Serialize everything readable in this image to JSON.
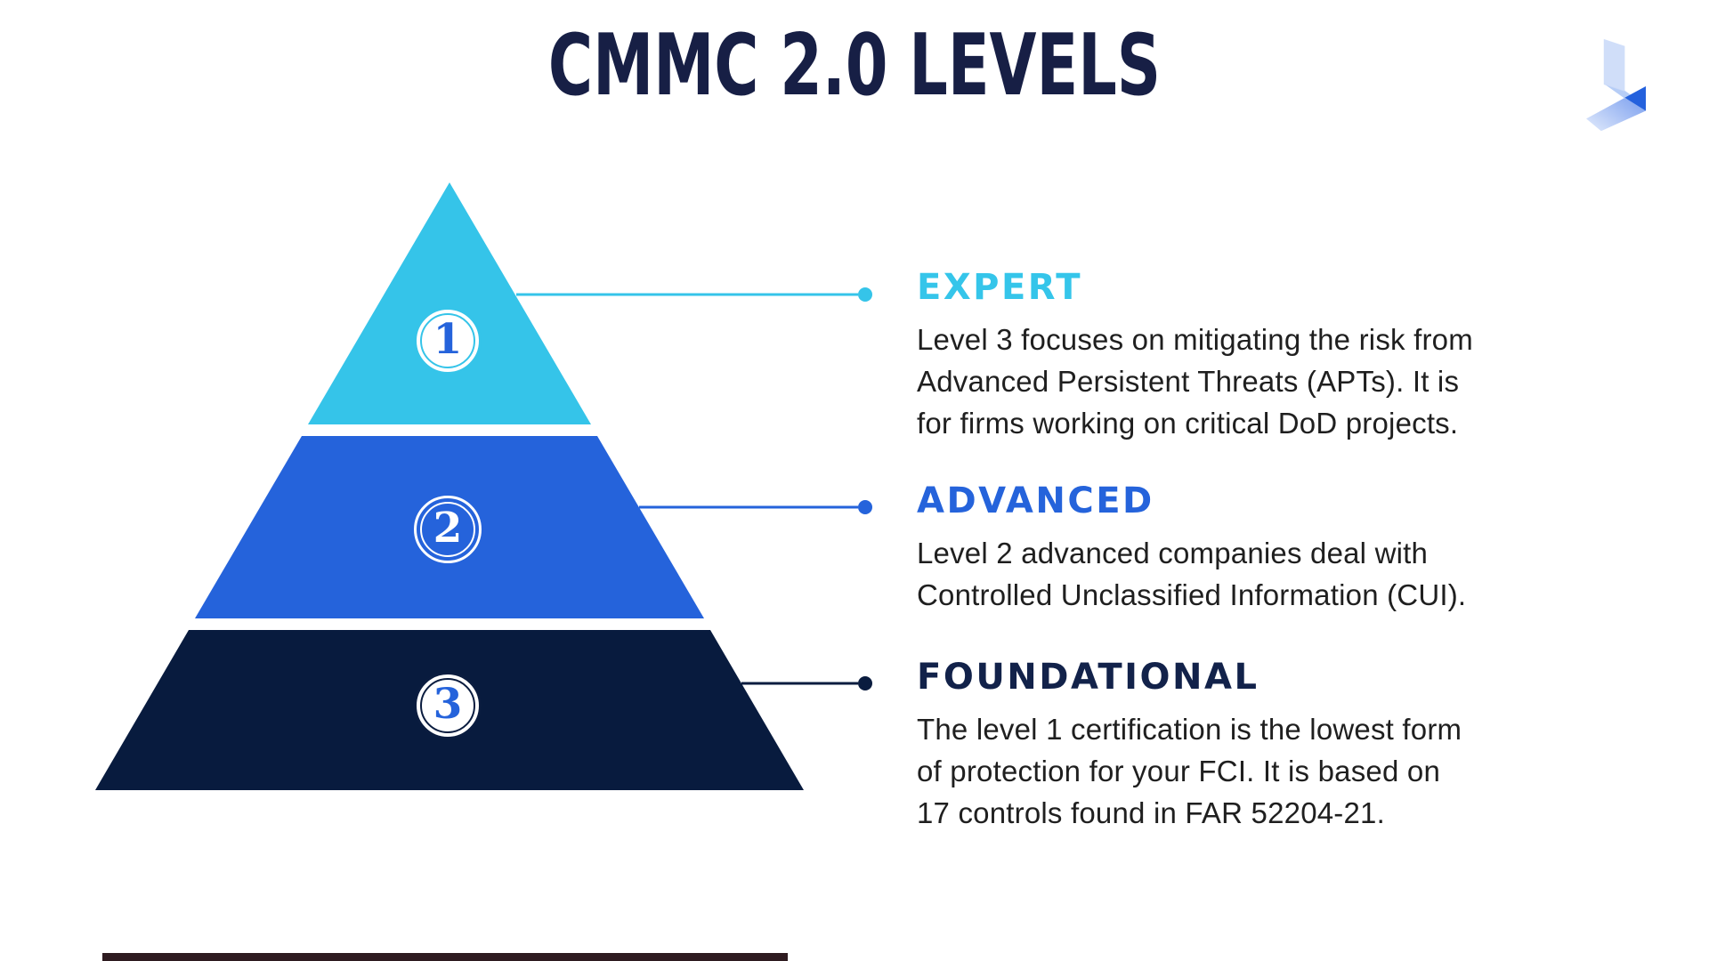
{
  "title": {
    "text": "CMMC 2.0 LEVELS",
    "color": "#171F45"
  },
  "brand_logo": {
    "description": "geometric folded ribbon mark",
    "colors": [
      "#CCDBF9",
      "#A9C4F4",
      "#2461DD"
    ]
  },
  "palette": {
    "expert_cyan": "#35C4E9",
    "advanced_blue": "#2563DB",
    "foundational_navy": "#081B3E",
    "body_text": "#1F1F1F"
  },
  "levels": [
    {
      "number": "1",
      "heading": "EXPERT",
      "accent_color": "#35C4E9",
      "lines": [
        "Level 3 focuses on mitigating the risk from",
        "Advanced Persistent Threats (APTs). It is",
        "for firms working on critical DoD projects."
      ]
    },
    {
      "number": "2",
      "heading": "ADVANCED",
      "accent_color": "#2563DB",
      "lines": [
        "Level 2 advanced companies deal with",
        "Controlled Unclassified Information (CUI)."
      ]
    },
    {
      "number": "3",
      "heading": "FOUNDATIONAL",
      "accent_color": "#081B3E",
      "lines": [
        "The level 1 certification is the lowest form",
        "of protection for your FCI. It is based on",
        "17 controls found in FAR 52204-21."
      ]
    }
  ]
}
